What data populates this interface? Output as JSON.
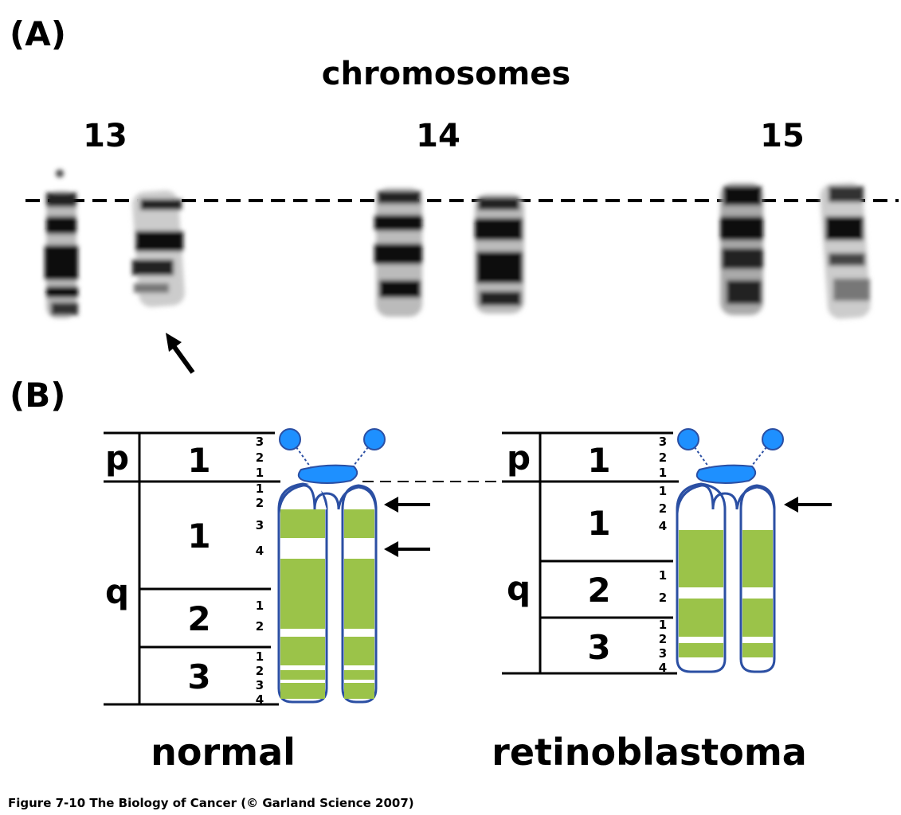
{
  "panel_a": {
    "label": "(A)",
    "heading": "chromosomes",
    "chromosome_numbers": [
      "13",
      "14",
      "15"
    ]
  },
  "panel_b": {
    "label": "(B)",
    "normal": {
      "arm_p": "p",
      "arm_q": "q",
      "regions": [
        "1",
        "1",
        "2",
        "3"
      ],
      "sub_p": [
        "3",
        "2",
        "1"
      ],
      "sub_q1": [
        "1",
        "2",
        "3",
        "4"
      ],
      "sub_q2": [
        "1",
        "2"
      ],
      "sub_q3": [
        "1",
        "2",
        "3",
        "4"
      ],
      "caption": "normal"
    },
    "retinoblastoma": {
      "arm_p": "p",
      "arm_q": "q",
      "regions": [
        "1",
        "1",
        "2",
        "3"
      ],
      "sub_p": [
        "3",
        "2",
        "1"
      ],
      "sub_q1": [
        "1",
        "2",
        "4"
      ],
      "sub_q2": [
        "1",
        "2"
      ],
      "sub_q3": [
        "1",
        "2",
        "3",
        "4"
      ],
      "caption": "retinoblastoma"
    },
    "colors": {
      "band": "#9bc349",
      "outline": "#2b4fa3",
      "satellite": "#1e90ff"
    }
  },
  "footer": {
    "credit": "Figure 7-10  The Biology of Cancer (© Garland Science 2007)"
  }
}
